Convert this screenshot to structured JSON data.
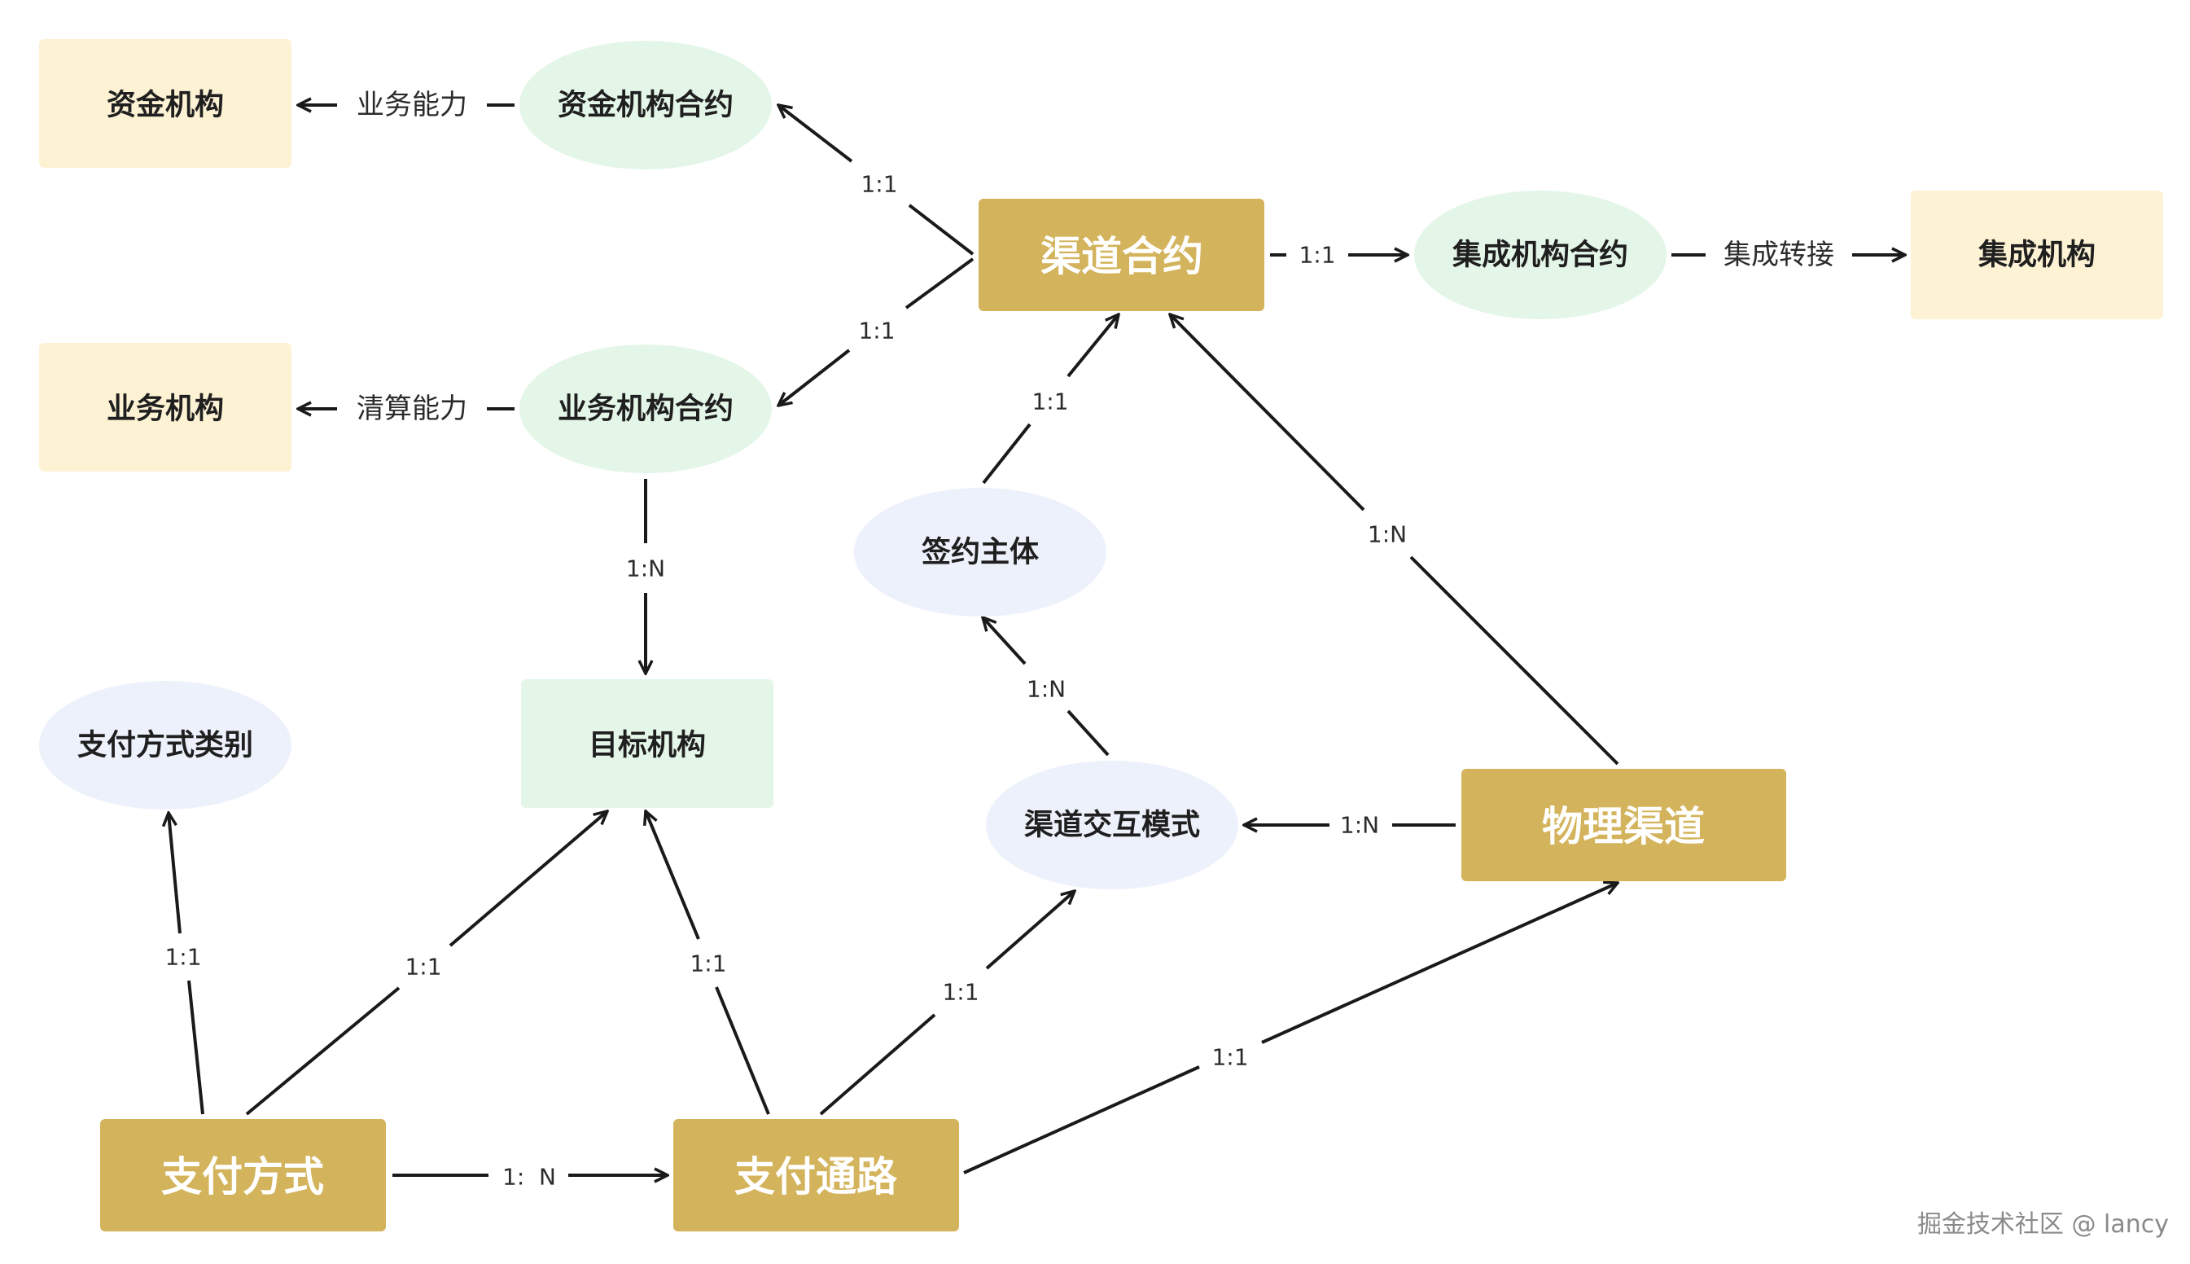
{
  "colors": {
    "gold": "#d3b45c",
    "cream": "#fdf2d4",
    "mint": "#e4f6e8",
    "lavender": "#edf1fb",
    "line": "#1a1a1a"
  },
  "nodes": {
    "zijin_jigou": "资金机构",
    "zijin_heyue": "资金机构合约",
    "qudao_heyue": "渠道合约",
    "jicheng_heyue": "集成机构合约",
    "jicheng_jigou": "集成机构",
    "yewu_jigou": "业务机构",
    "yewu_heyue": "业务机构合约",
    "qianyue_zhuti": "签约主体",
    "zhifu_leibie": "支付方式类别",
    "mubiao_jigou": "目标机构",
    "jiaohu_moshi": "渠道交互模式",
    "wuli_qudao": "物理渠道",
    "zhifu_fangshi": "支付方式",
    "zhifu_tonglu": "支付通路"
  },
  "edges": {
    "zijin_heyue_to_zijin_jigou": "业务能力",
    "qudao_to_zijin_heyue": "1:1",
    "qudao_to_yewu_heyue": "1:1",
    "qudao_to_jicheng_heyue": "1:1",
    "jicheng_heyue_to_jicheng_jigou": "集成转接",
    "yewu_heyue_to_yewu_jigou": "清算能力",
    "yewu_heyue_to_mubiao": "1:N",
    "qianyue_to_qudao": "1:1",
    "wuli_to_qudao": "1:N",
    "jiaohu_to_qianyue": "1:N",
    "wuli_to_jiaohu": "1:N",
    "fangshi_to_leibie": "1:1",
    "fangshi_to_mubiao": "1:1",
    "tonglu_to_mubiao": "1:1",
    "tonglu_to_jiaohu": "1:1",
    "tonglu_to_wuli": "1:1",
    "fangshi_to_tonglu": "1:  N"
  },
  "watermark": "掘金技术社区 @ lancy"
}
